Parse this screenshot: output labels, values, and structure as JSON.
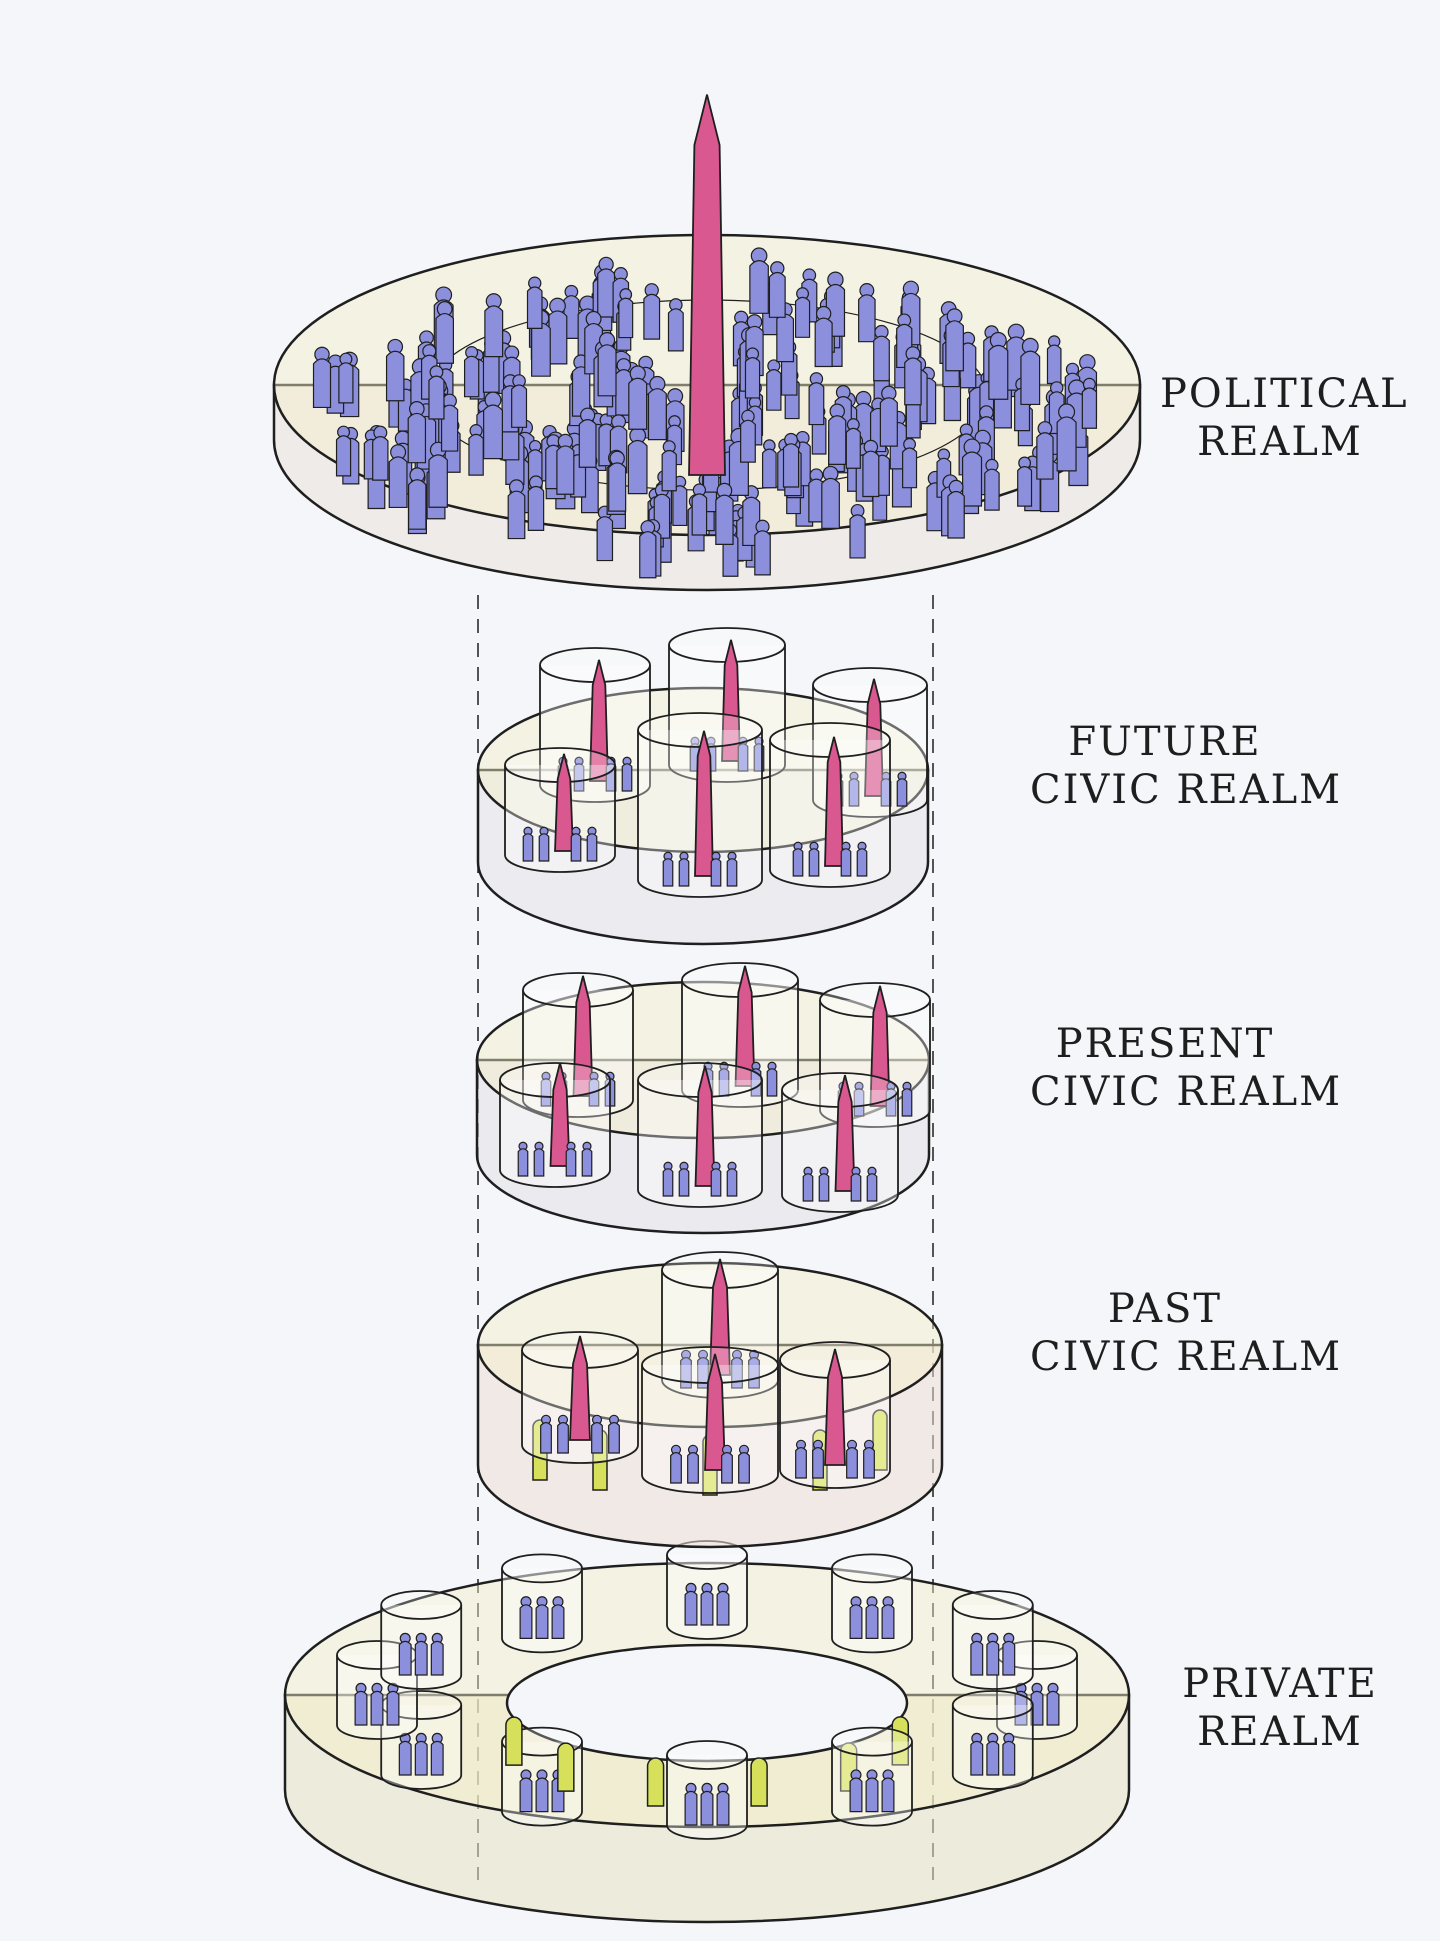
{
  "colors": {
    "background": "#f4f6f9",
    "ink": "#1f1f1f",
    "people": "#8b8fdc",
    "obelisk": "#d9588f",
    "disc_fill": "#efe7da",
    "disc_top": "#f3f0c8",
    "arch": "#d6e05a"
  },
  "tiers": [
    {
      "id": "political",
      "lines": [
        "POLITICAL",
        "REALM"
      ]
    },
    {
      "id": "future",
      "lines": [
        "FUTURE",
        "CIVIC REALM"
      ]
    },
    {
      "id": "present",
      "lines": [
        "PRESENT",
        "CIVIC REALM"
      ]
    },
    {
      "id": "past",
      "lines": [
        "PAST",
        "CIVIC REALM"
      ]
    },
    {
      "id": "private",
      "lines": [
        "PRIVATE",
        "REALM"
      ]
    }
  ]
}
